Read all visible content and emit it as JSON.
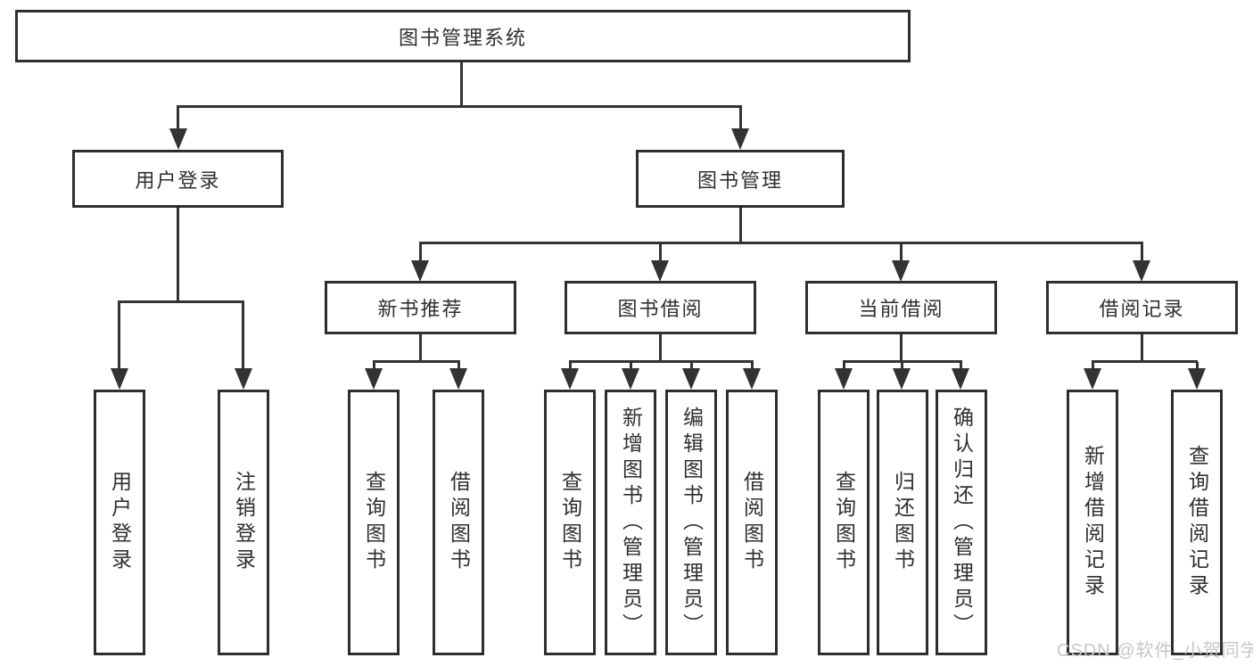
{
  "diagram": {
    "root": {
      "label": "图书管理系统"
    },
    "branches": [
      {
        "label": "用户登录",
        "leaves": [
          {
            "label": "用户登录"
          },
          {
            "label": "注销登录"
          }
        ]
      },
      {
        "label": "图书管理",
        "groups": [
          {
            "label": "新书推荐",
            "leaves": [
              {
                "label": "查询图书"
              },
              {
                "label": "借阅图书"
              }
            ]
          },
          {
            "label": "图书借阅",
            "leaves": [
              {
                "label": "查询图书"
              },
              {
                "label": "新增图书（管理员）"
              },
              {
                "label": "编辑图书（管理员）"
              },
              {
                "label": "借阅图书"
              }
            ]
          },
          {
            "label": "当前借阅",
            "leaves": [
              {
                "label": "查询图书"
              },
              {
                "label": "归还图书"
              },
              {
                "label": "确认归还（管理员）"
              }
            ]
          },
          {
            "label": "借阅记录",
            "leaves": [
              {
                "label": "新增借阅记录"
              },
              {
                "label": "查询借阅记录"
              }
            ]
          }
        ]
      }
    ]
  },
  "watermark": {
    "text": "CSDN @软件_小贺同学"
  },
  "colors": {
    "background": "#ffffff",
    "box_border": "#2e2e2e",
    "line": "#333333",
    "text": "#2f2f2f",
    "watermark": "#c6c6c6"
  }
}
